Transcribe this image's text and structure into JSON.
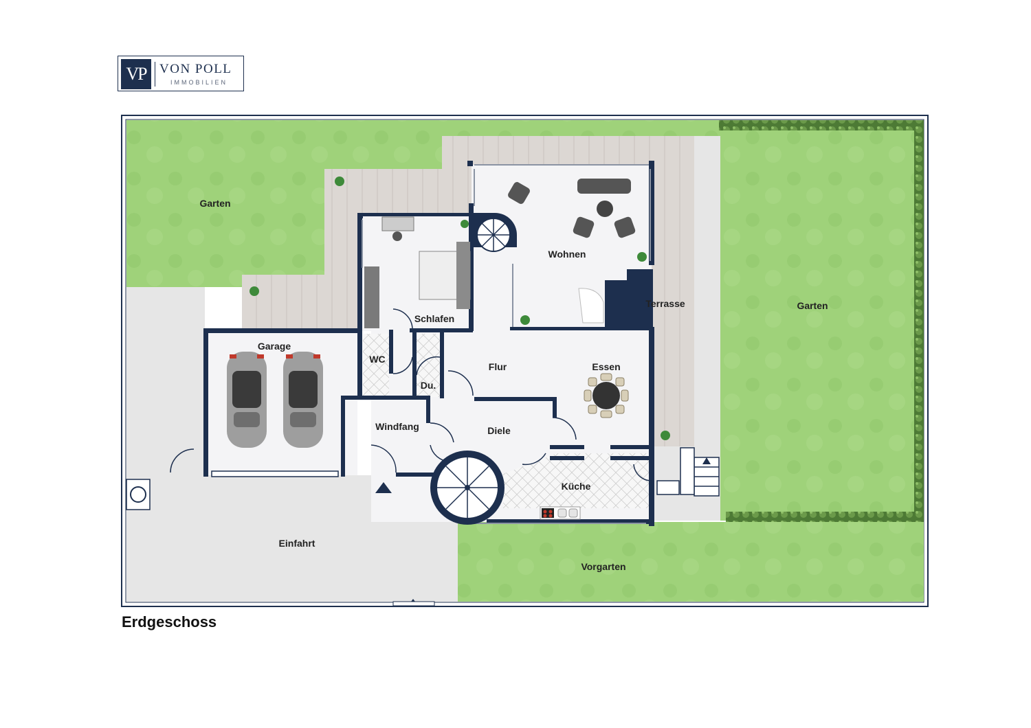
{
  "logo": {
    "mark": "VP",
    "name": "VON POLL",
    "sub": "IMMOBILIEN"
  },
  "floor_title": "Erdgeschoss",
  "rooms": {
    "garten_left": "Garten",
    "garten_right": "Garten",
    "garage": "Garage",
    "wc": "WC",
    "du": "Du.",
    "schlafen": "Schlafen",
    "wohnen": "Wohnen",
    "terrasse": "Terrasse",
    "flur": "Flur",
    "essen": "Essen",
    "windfang": "Windfang",
    "diele": "Diele",
    "kueche": "Küche",
    "einfahrt": "Einfahrt",
    "vorgarten": "Vorgarten"
  },
  "colors": {
    "wall": "#1d2f4e",
    "lawn": "#9fd27a",
    "deck": "#d9d4d0",
    "paving": "#e6e6e6",
    "floor": "#f4f4f6",
    "hedge": "#3f6b2c"
  }
}
